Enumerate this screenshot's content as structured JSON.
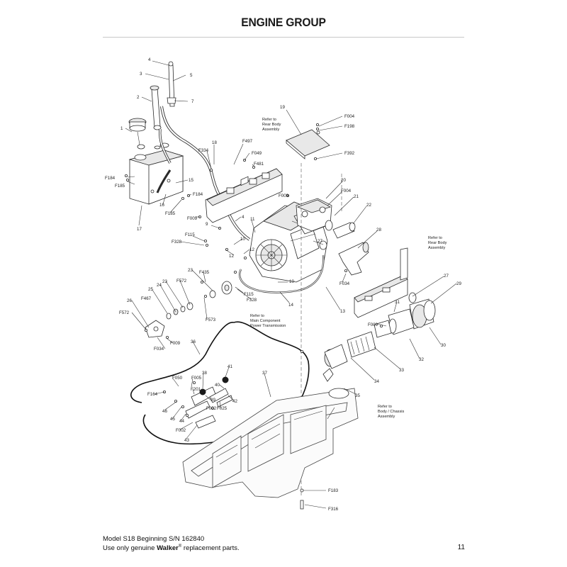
{
  "header": {
    "title": "ENGINE GROUP"
  },
  "notes": {
    "rear_body_1": [
      "Refer to",
      "Rear Body",
      "Assembly"
    ],
    "rear_body_2": [
      "Refer to",
      "Rear Body",
      "Assembly"
    ],
    "main_component": [
      "Refer to",
      "Main Component",
      "Power Transmission"
    ],
    "body_chassis": [
      "Refer to",
      "Body / Chassis",
      "Assembly"
    ]
  },
  "callouts": [
    "4",
    "3",
    "5",
    "2",
    "7",
    "1",
    "19",
    "F004",
    "F198",
    "F184",
    "F185",
    "18",
    "F497",
    "F334",
    "F049",
    "F481",
    "F392",
    "15",
    "16",
    "F184",
    "F185",
    "17",
    "F009",
    "9",
    "4",
    "11",
    "F009",
    "20",
    "F004",
    "21",
    "22",
    "28",
    "F115",
    "F328",
    "10",
    "12",
    "12",
    "27",
    "23",
    "F435",
    "24",
    "F572",
    "25",
    "23",
    "F467",
    "26",
    "F572",
    "F115",
    "F328",
    "10",
    "F573",
    "14",
    "13",
    "F034",
    "27",
    "29",
    "31",
    "F009",
    "30",
    "32",
    "F034",
    "F009",
    "36",
    "34",
    "33",
    "37",
    "35",
    "F050",
    "F005",
    "38",
    "41",
    "F164",
    "F201",
    "39",
    "40",
    "42",
    "46",
    "F002",
    "F025",
    "45",
    "44",
    "F002",
    "43",
    "F183",
    "F316"
  ],
  "footer": {
    "line1": "Model S18 Beginning S/N 162840",
    "line2_prefix": "Use only genuine ",
    "brand": "Walker",
    "reg": "®",
    "line2_suffix": " replacement parts.",
    "page_number": "11"
  }
}
